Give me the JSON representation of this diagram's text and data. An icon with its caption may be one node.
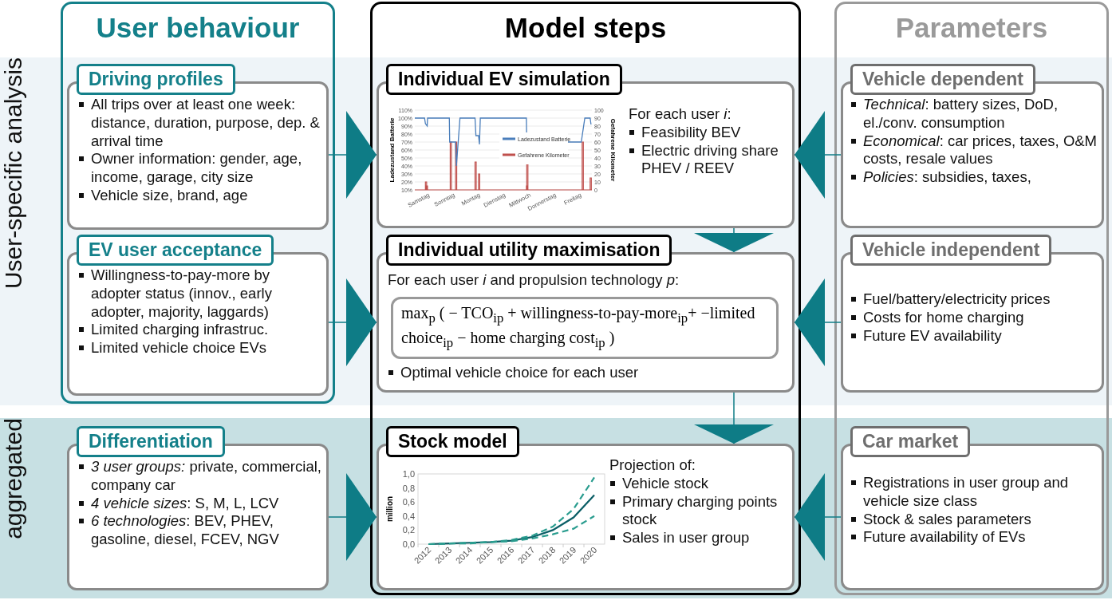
{
  "diagram": {
    "nodes": [
      {
        "text": [
          "User behaviour"
        ]
      },
      {
        "text": [
          "Model steps"
        ]
      },
      {
        "text": [
          "Parameters"
        ]
      },
      {
        "text": [
          "User-specific analysis"
        ]
      },
      {
        "text": [
          "aggregated"
        ]
      },
      {
        "text": [
          "Driving profiles",
          "All trips over at least one week: distance, duration, purpose, dep. & arrival time",
          "Owner information: gender, age, income, garage, city size",
          "Vehicle size, brand, age"
        ],
        "in": 0
      },
      {
        "text": [
          "Individual EV simulation",
          "For each user *i*:",
          "Feasibility BEV",
          "Electric driving share PHEV / REEV"
        ],
        "in": 1
      },
      {
        "text": [
          "Vehicle dependent",
          "*Technical*: battery sizes, DoD, el./conv. consumption",
          "*Economical*: car prices, taxes, O&M costs, resale values",
          "*Policies*: subsidies, taxes,"
        ],
        "in": 2
      },
      {
        "text": [
          "EV user acceptance",
          "Willingness-to-pay-more by adopter status (innov., early adopter, majority, laggards)",
          "Limited charging infrastruc.",
          "Limited vehicle choice EVs"
        ],
        "in": 0
      },
      {
        "text": [
          "Individual utility maximisation",
          "For each user *i* and propulsion technology *p*:",
          "Optimal vehicle choice for each user"
        ],
        "in": 1
      },
      {
        "text": [
          "max$_{p}$ ( − TCO$_{ip}$ + willingness-to-pay-more$_{ip}$+ −limited choice$_{ip}$ − home charging cost$_{ip}$ )"
        ],
        "in": 9
      },
      {
        "text": [
          "Vehicle independent",
          "Fuel/battery/electricity prices",
          "Costs for home charging",
          "Future EV availability"
        ],
        "in": 2
      },
      {
        "text": [
          "Differentiation",
          "*3 user groups:* private, commercial, company car",
          "*4 vehicle sizes*: S, M, L, LCV",
          "*6 technologies*: BEV, PHEV, gasoline, diesel, FCEV, NGV"
        ]
      },
      {
        "text": [
          "Stock model",
          "Projection of:",
          "Vehicle  stock",
          "Primary charging points stock",
          "Sales in user group"
        ],
        "in": 1
      },
      {
        "text": [
          "Car market",
          "Registrations in user group and vehicle size class",
          "Stock & sales parameters",
          "Future availability of EVs"
        ],
        "in": 2
      }
    ],
    "edges": [
      {
        "from": 5,
        "to": 6,
        "arrow": "to"
      },
      {
        "from": 7,
        "to": 6,
        "arrow": "to"
      },
      {
        "from": 6,
        "to": 9,
        "arrow": "to"
      },
      {
        "from": 8,
        "to": 9,
        "arrow": "to"
      },
      {
        "from": 11,
        "to": 9,
        "arrow": "to"
      },
      {
        "from": 9,
        "to": 13,
        "arrow": "to"
      },
      {
        "from": 12,
        "to": 13,
        "arrow": "to"
      },
      {
        "from": 14,
        "to": 13,
        "arrow": "to"
      }
    ],
    "labels": [
      "Ladezustand Batterie",
      "Gefahrene Kilometer",
      "110%",
      "100%",
      "90%",
      "80%",
      "70%",
      "60%",
      "50%",
      "40%",
      "30%",
      "20%",
      "10%",
      "100",
      "90",
      "80",
      "70",
      "60",
      "50",
      "40",
      "30",
      "20",
      "10",
      "0",
      "Samstag",
      "Sonntag",
      "Montag",
      "Dienstag",
      "Mittwoch",
      "Donnerstag",
      "Freitag"
    ],
    "legend": [
      {
        "text": "Ladezustand Batterie",
        "color": "#4a7ebb"
      },
      {
        "text": "Gefahrene Kilometer",
        "color": "#c0504d"
      }
    ],
    "chart_data": {
      "type": "line",
      "ylabel": "million",
      "categories": [
        "2012",
        "2013",
        "2014",
        "2015",
        "2016",
        "2017",
        "2018",
        "2019",
        "2020"
      ],
      "ylim": [
        0,
        1
      ],
      "yticks": [
        {
          "value": 0,
          "label": "0,0"
        },
        {
          "value": 0.2,
          "label": "0,2"
        },
        {
          "value": 0.4,
          "label": "0,4"
        },
        {
          "value": 0.6,
          "label": "0,6"
        },
        {
          "value": 0.8,
          "label": "0,8"
        },
        {
          "value": 1,
          "label": "1,0"
        }
      ],
      "series": [
        {
          "color": "#0b5e66",
          "values": [
            0,
            0.01,
            0.02,
            0.03,
            0.05,
            0.1,
            0.2,
            0.38,
            0.7
          ]
        },
        {
          "color": "#2a9d8f",
          "line_style": "dashed",
          "values": [
            0,
            0.01,
            0.02,
            0.03,
            0.06,
            0.12,
            0.25,
            0.5,
            0.95
          ]
        },
        {
          "color": "#2a9d8f",
          "line_style": "dashed",
          "values": [
            0,
            0.01,
            0.01,
            0.03,
            0.04,
            0.08,
            0.14,
            0.22,
            0.4
          ]
        }
      ]
    }
  }
}
